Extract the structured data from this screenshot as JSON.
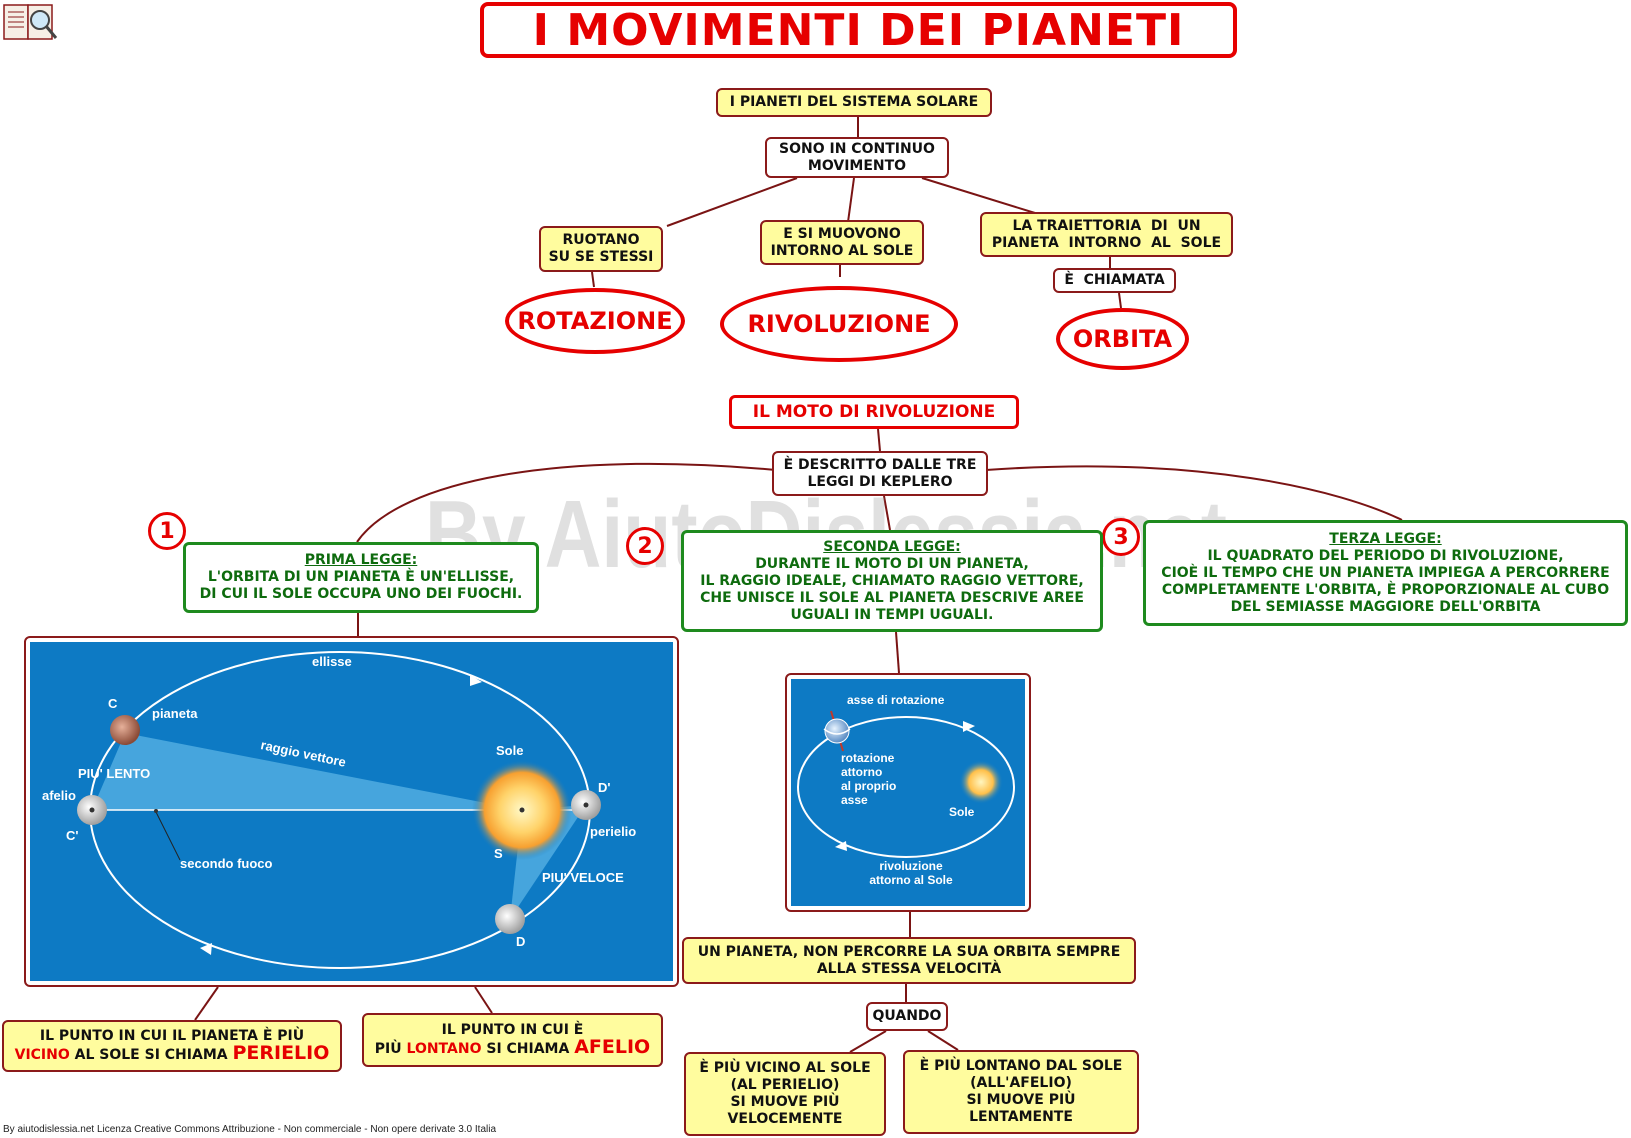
{
  "title": "I MOVIMENTI DEI PIANETI",
  "top": {
    "root": "I PIANETI DEL SISTEMA SOLARE",
    "mid": [
      "SONO IN CONTINUO",
      "MOVIMENTO"
    ],
    "b1": [
      "RUOTANO",
      "SU SE STESSI"
    ],
    "b2": [
      "E SI MUOVONO",
      "INTORNO AL SOLE"
    ],
    "b3": [
      "LA TRAIETTORIA  DI  UN",
      "PIANETA  INTORNO  AL  SOLE"
    ],
    "b3_link": "È  CHIAMATA",
    "oval1": "ROTAZIONE",
    "oval2": "RIVOLUZIONE",
    "oval3": "ORBITA"
  },
  "moto": {
    "title": "IL MOTO DI RIVOLUZIONE",
    "desc": [
      "È DESCRITTO DALLE TRE",
      "LEGGI DI KEPLERO"
    ]
  },
  "laws": [
    {
      "num": "1",
      "head": "PRIMA LEGGE:",
      "lines": [
        "L'ORBITA DI UN PIANETA È UN'ELLISSE,",
        "DI CUI IL SOLE OCCUPA UNO DEI FUOCHI."
      ]
    },
    {
      "num": "2",
      "head": "SECONDA LEGGE:",
      "lines": [
        "DURANTE IL MOTO DI UN PIANETA,",
        "IL RAGGIO IDEALE, CHIAMATO RAGGIO VETTORE,",
        "CHE UNISCE IL SOLE AL PIANETA DESCRIVE AREE",
        "UGUALI IN TEMPI UGUALI."
      ]
    },
    {
      "num": "3",
      "head": "TERZA LEGGE:",
      "lines": [
        "IL QUADRATO DEL PERIODO DI RIVOLUZIONE,",
        "CIOÈ IL TEMPO CHE UN PIANETA IMPIEGA A PERCORRERE",
        "COMPLETAMENTE L'ORBITA, È PROPORZIONALE AL CUBO",
        "DEL SEMIASSE MAGGIORE DELL'ORBITA"
      ]
    }
  ],
  "fig1": {
    "ellisse": "ellisse",
    "c": "C",
    "pianeta": "pianeta",
    "raggio": "raggio vettore",
    "sole": "Sole",
    "d_prime": "D'",
    "piu_lento": "PIU' LENTO",
    "afelio": "afelio",
    "perielio": "perielio",
    "c_prime": "C'",
    "secondo_fuoco": "secondo fuoco",
    "s": "S",
    "piu_veloce": "PIU' VELOCE",
    "d": "D"
  },
  "fig2": {
    "asse": "asse di rotazione",
    "rotazione": [
      "rotazione",
      "attorno",
      "al proprio",
      "asse"
    ],
    "sole": "Sole",
    "rivoluzione": [
      "rivoluzione",
      "attorno al Sole"
    ]
  },
  "bottom": {
    "perielio_box": {
      "l1": "IL PUNTO IN CUI IL PIANETA È PIÙ",
      "w1": "VICINO",
      "m1": " AL SOLE SI CHIAMA ",
      "w2": "PERIELIO"
    },
    "afelio_box": {
      "l1": "IL PUNTO IN CUI È",
      "pre": "PIÙ ",
      "w1": "LONTANO",
      "m1": " SI CHIAMA ",
      "w2": "AFELIO"
    },
    "velocita": [
      "UN PIANETA, NON PERCORRE LA SUA ORBITA SEMPRE",
      "ALLA STESSA VELOCITÀ"
    ],
    "quando": "QUANDO",
    "vicino": [
      "È PIÙ VICINO AL SOLE",
      "(AL PERIELIO)",
      "SI MUOVE PIÙ",
      "VELOCEMENTE"
    ],
    "lontano": [
      "È PIÙ LONTANO DAL SOLE",
      "(ALL'AFELIO)",
      "SI MUOVE PIÙ",
      "LENTAMENTE"
    ]
  },
  "watermark": "By AiutoDislessia.net",
  "footer": "By aiutodislessia.net Licenza Creative Commons Attribuzione - Non commerciale - Non opere derivate 3.0 Italia"
}
